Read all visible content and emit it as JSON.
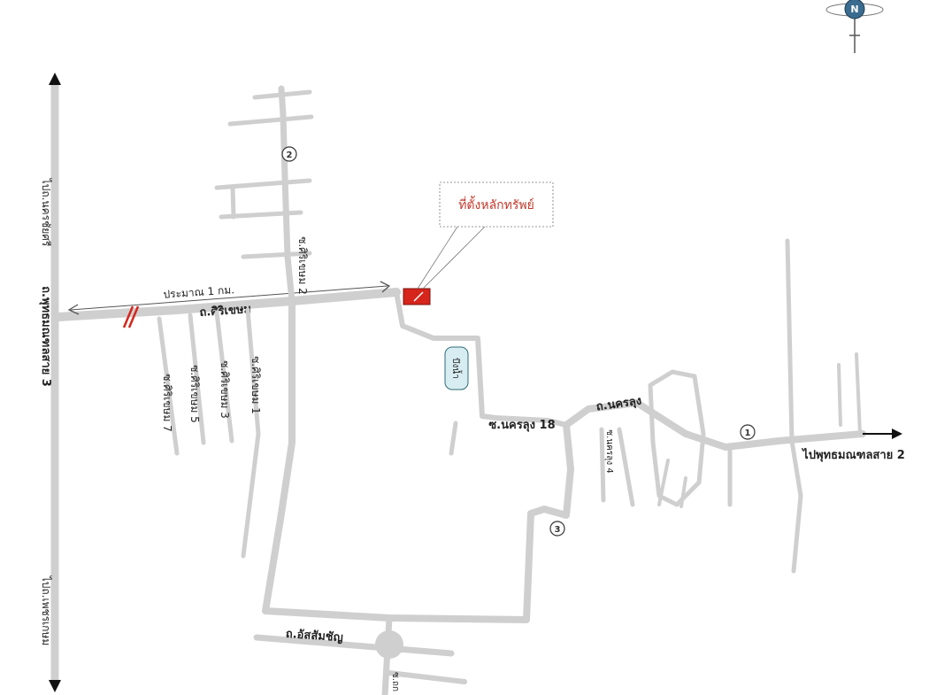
{
  "colors": {
    "road": "#cfcfcf",
    "property": "#d6251b",
    "text": "#222222",
    "callout_text": "#c0392b",
    "compass": "#3a6c8f"
  },
  "icons": {
    "compass": "compass-rose-icon",
    "property": "property-marker-icon",
    "railway": "railway-crossing-icon"
  },
  "labels": {
    "callout": "ที่ตั้งหลักทรัพย์",
    "compass_letter": "N",
    "distance": "ประมาณ 1 กม.",
    "road_main_west": "ถ.ศิริเขษม",
    "highway_top": "ไปถ.นครชัยศรี",
    "highway_mid": "ถ.พุทธมณฑลสาย 3",
    "highway_bottom": "ไปถ.เพชรเกษม",
    "soi_sirikhem_2": "ซ.ศิริเขษม 2",
    "soi_a": "ซ.ศิริเขษม 7",
    "soi_b": "ซ.ศิริเขษม 5",
    "soi_c": "ซ.ศิริเขษม 3",
    "soi_d": "ซ.ศิริเขษม 1",
    "water": "บึงน้ำ",
    "soi_nakhon_18": "ซ.นครลุง 18",
    "road_nakhon": "ถ.นครลุง",
    "soi_east_small": "ซ.นครลุง 4",
    "to_buddhamonthon_2": "ไปพุทธมณฑลสาย 2",
    "road_south": "ถ.อัสสัมชัญ",
    "road_south_small": "ซ.ถก"
  },
  "markers": {
    "m1": "1",
    "m2": "2",
    "m3": "3"
  }
}
